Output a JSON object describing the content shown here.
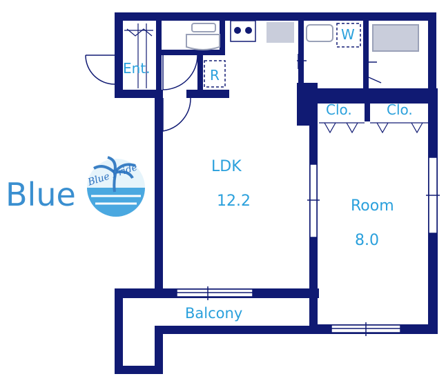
{
  "floorplan": {
    "rooms": {
      "entrance": "Ent.",
      "ldk": {
        "name": "LDK",
        "size": "12.2"
      },
      "room": {
        "name": "Room",
        "size": "8.0"
      },
      "balcony": "Balcony",
      "closet_left": "Clo.",
      "closet_right": "Clo.",
      "fridge": "R",
      "washer": "W"
    },
    "colors": {
      "wall": "#101a73",
      "label": "#2aa0dc",
      "fixture": "#9aa1b8"
    }
  },
  "logo": {
    "word": "Blue",
    "emblem_text": "Blue Pride"
  }
}
